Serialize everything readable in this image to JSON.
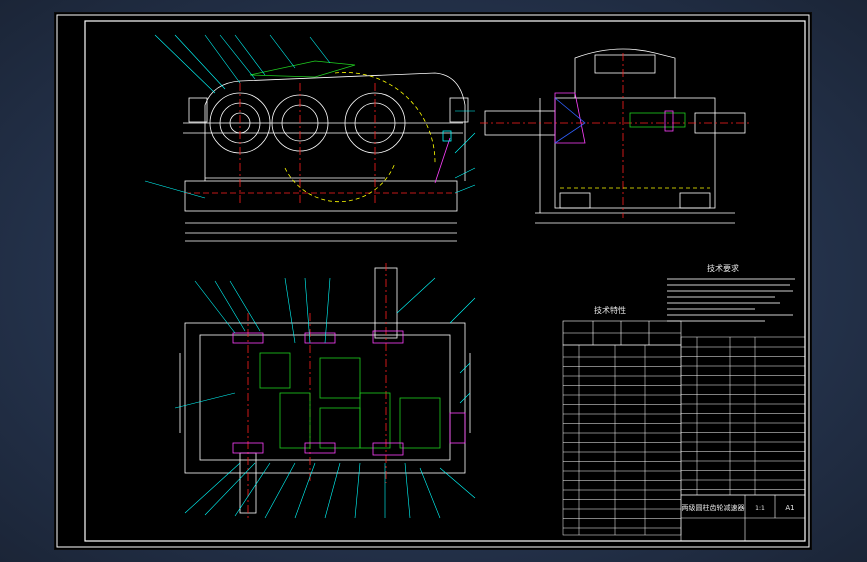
{
  "drawing": {
    "tech_requirements_title": "技术要求",
    "tech_specs_title": "技术特性",
    "title_block_name": "两级圆柱齿轮减速器",
    "title_block_scale": "1:1",
    "sheet_size": "A1"
  },
  "colors": {
    "background": "#000000",
    "outline": "#ffffff",
    "centerline": "#ff2020",
    "hidden": "#ffff00",
    "leader": "#00ffff",
    "gear": "#20d020",
    "section": "#ff40ff",
    "hatch": "#3060ff"
  }
}
